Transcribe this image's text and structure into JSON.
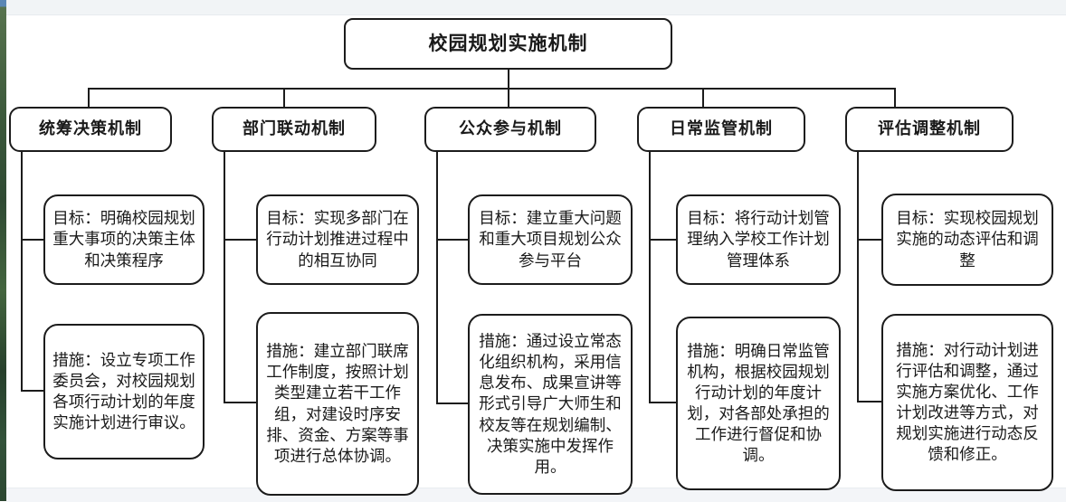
{
  "diagram": {
    "title": "校园规划实施机制",
    "branches": [
      {
        "title": "统筹决策机制",
        "goal": "目标：明确校园规划重大事项的决策主体和决策程序",
        "measure": "措施：设立专项工作委员会，对校园规划各项行动计划的年度实施计划进行审议。"
      },
      {
        "title": "部门联动机制",
        "goal": "目标：实现多部门在行动计划推进过程中的相互协同",
        "measure": "措施：建立部门联席工作制度，按照计划类型建立若干工作组，对建设时序安排、资金、方案等事项进行总体协调。"
      },
      {
        "title": "公众参与机制",
        "goal": "目标：建立重大问题和重大项目规划公众参与平台",
        "measure": "措施：通过设立常态化组织机构，采用信息发布、成果宣讲等形式引导广大师生和校友等在规划编制、决策实施中发挥作用。"
      },
      {
        "title": "日常监管机制",
        "goal": "目标：将行动计划管理纳入学校工作计划管理体系",
        "measure": "措施：明确日常监管机构，根据校园规划行动计划的年度计划，对各部处承担的工作进行督促和协调。"
      },
      {
        "title": "评估调整机制",
        "goal": "目标：实现校园规划实施的动态评估和调整",
        "measure": "措施：对行动计划进行评估和调整，通过实施方案优化、工作计划改进等方式，对规划实施进行动态反馈和修正。"
      }
    ]
  },
  "colors": {
    "box_border": "#1c1c1c",
    "text": "#1a1a1a",
    "canvas_background": "#ffffff",
    "edge_strip_green": "#3d5a3c",
    "chrome_bar": "#f2f5f7"
  }
}
